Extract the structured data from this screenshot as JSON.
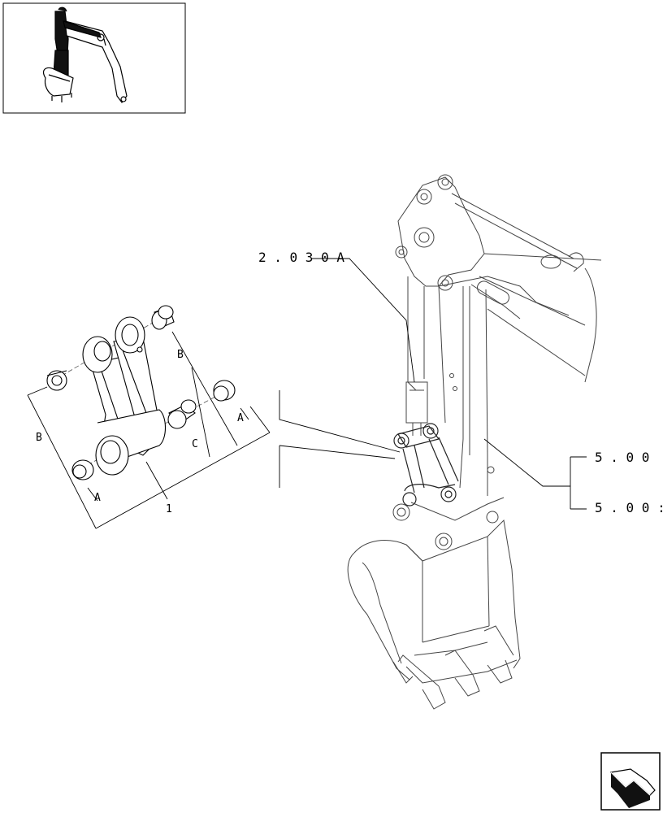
{
  "labels": {
    "ref_2030A": "2 . 0 3 0 A",
    "ref_500a": "5 . 0 0",
    "ref_500b": "5 . 0 0 :",
    "item_1": "1",
    "tag_A1": "A",
    "tag_A2": "A",
    "tag_B1": "B",
    "tag_B2": "B",
    "tag_C": "C"
  },
  "icons": {
    "thumbnail": "excavator-arm-thumbnail",
    "nav": "next-page-arrow-icon"
  }
}
